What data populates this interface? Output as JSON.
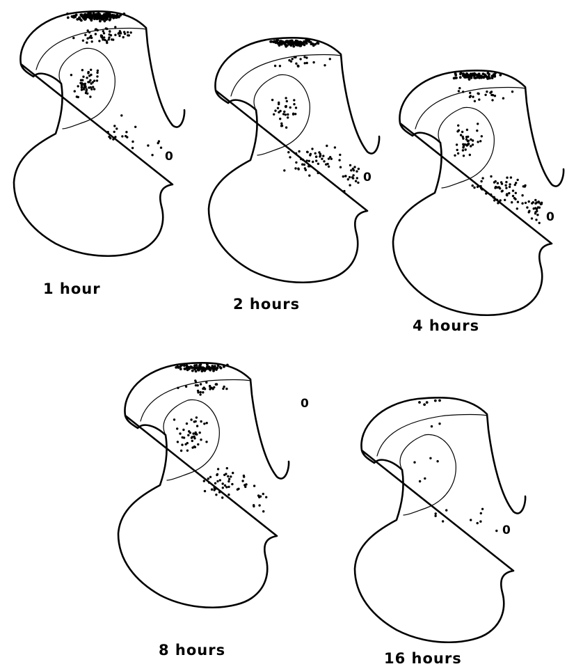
{
  "panels": [
    {
      "id": "p1",
      "caption": "1 hour",
      "marker": "0",
      "dot_count": 300
    },
    {
      "id": "p2",
      "caption": "2 hours",
      "marker": "0",
      "dot_count": 240
    },
    {
      "id": "p4",
      "caption": "4 hours",
      "marker": "0",
      "dot_count": 230
    },
    {
      "id": "p8",
      "caption": "8 hours",
      "marker": "0",
      "dot_count": 200
    },
    {
      "id": "p16",
      "caption": "16 hours",
      "marker": "0",
      "dot_count": 22
    }
  ]
}
